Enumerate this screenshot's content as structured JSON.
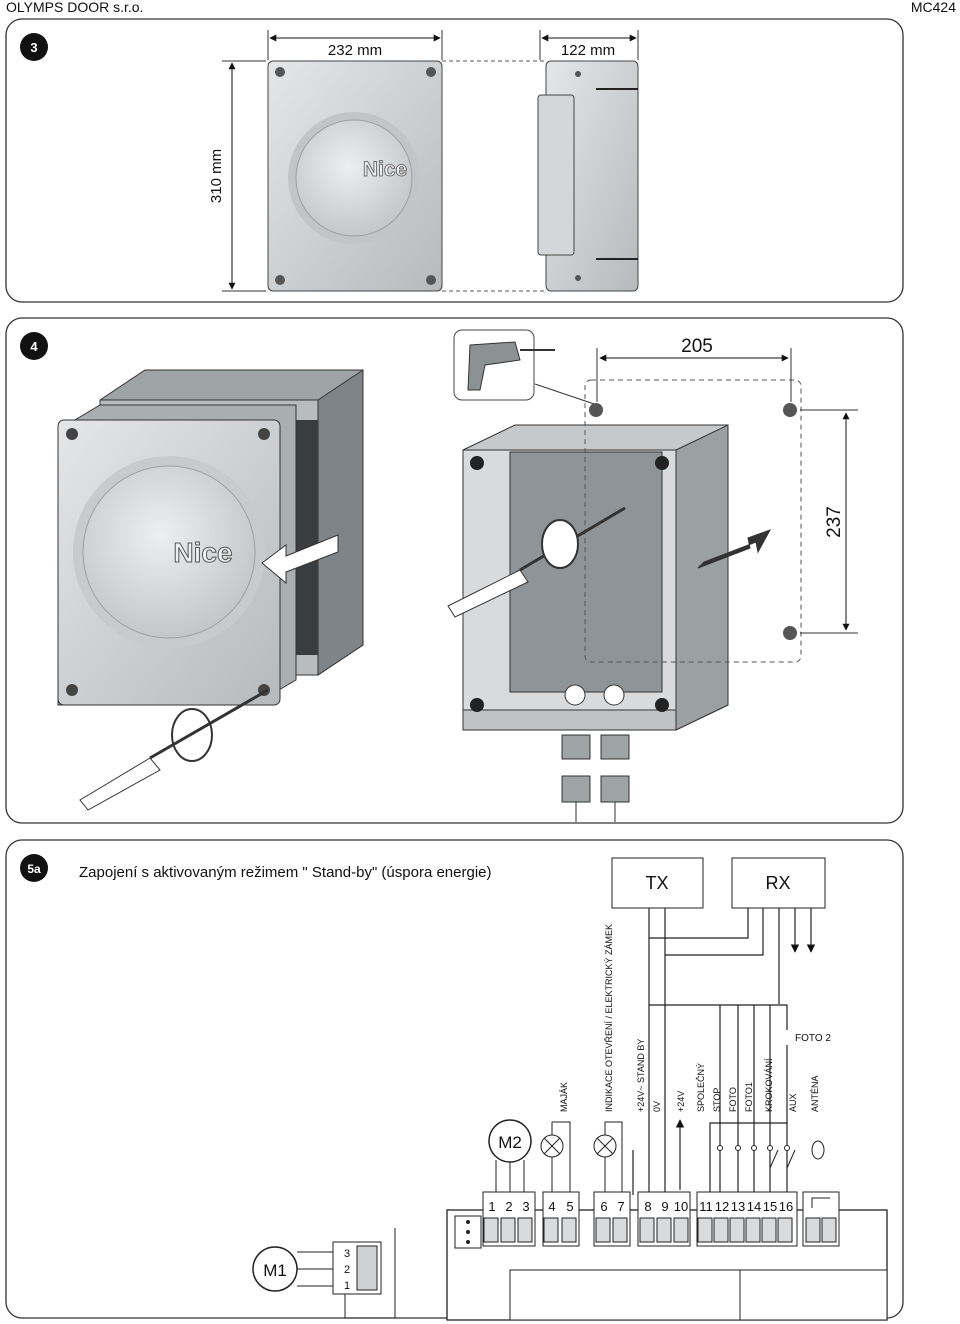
{
  "header": {
    "company": "OLYMPS DOOR s.r.o.",
    "model": "MC424"
  },
  "panel3": {
    "badge": "3",
    "width_label": "232 mm",
    "depth_label": "122 mm",
    "height_label": "310 mm",
    "logo": "Nice"
  },
  "panel4": {
    "badge": "4",
    "hole_spacing_h": "205",
    "hole_spacing_v": "237",
    "logo": "Nice"
  },
  "panel5a": {
    "badge": "5a",
    "title": "Zapojení  s aktivovaným režimem \" Stand-by\" (úspora energie)",
    "tx_label": "TX",
    "rx_label": "RX",
    "foto2_label": "FOTO 2",
    "motor1": "M1",
    "motor2": "M2",
    "terminal_labels": [
      "MAJÁK",
      "INDIKACE OTEVŘENÍ /\nELEKTRICKÝ ZÁMEK",
      "+24V~ STAND BY",
      "0V",
      "+24V",
      "SPOLEČNÝ",
      "STOP",
      "FOTO",
      "FOTO1",
      "KROKOVÁNÍ",
      "AUX",
      "ANTÉNA"
    ],
    "terminals": [
      "1",
      "2",
      "3",
      "4",
      "5",
      "6",
      "7",
      "8",
      "9",
      "10",
      "11",
      "12",
      "13",
      "14",
      "15",
      "16"
    ],
    "m1_pins": [
      "1",
      "2",
      "3"
    ]
  }
}
